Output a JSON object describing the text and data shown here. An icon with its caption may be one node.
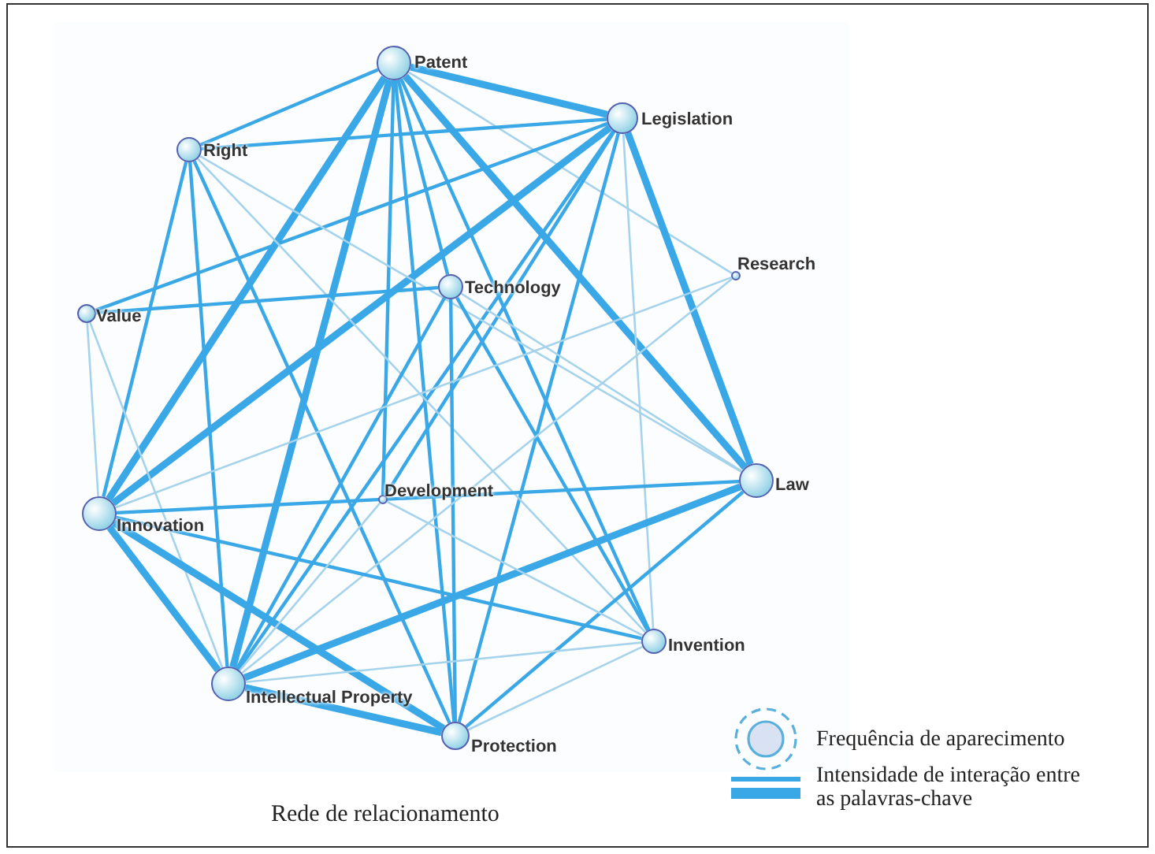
{
  "diagram": {
    "nodes": [
      {
        "text": [
          "Patent"
        ]
      },
      {
        "text": [
          "Legislation"
        ]
      },
      {
        "text": [
          "Right"
        ]
      },
      {
        "text": [
          "Research"
        ]
      },
      {
        "text": [
          "Technology"
        ]
      },
      {
        "text": [
          "Value"
        ]
      },
      {
        "text": [
          "Law"
        ]
      },
      {
        "text": [
          "Development"
        ]
      },
      {
        "text": [
          "Innovation"
        ]
      },
      {
        "text": [
          "Invention"
        ]
      },
      {
        "text": [
          "Intellectual Property"
        ]
      },
      {
        "text": [
          "Protection"
        ]
      }
    ],
    "edges": [
      {
        "from": 0,
        "to": 1,
        "arrow": "none",
        "style": "thick"
      },
      {
        "from": 0,
        "to": 2,
        "arrow": "none"
      },
      {
        "from": 0,
        "to": 8,
        "arrow": "none",
        "style": "thick"
      },
      {
        "from": 0,
        "to": 10,
        "arrow": "none",
        "style": "thick"
      },
      {
        "from": 0,
        "to": 11,
        "arrow": "none"
      },
      {
        "from": 0,
        "to": 6,
        "arrow": "none",
        "style": "thick"
      },
      {
        "from": 0,
        "to": 9,
        "arrow": "none"
      },
      {
        "from": 0,
        "to": 7,
        "arrow": "none"
      },
      {
        "from": 0,
        "to": 4,
        "arrow": "none"
      },
      {
        "from": 0,
        "to": 3,
        "arrow": "none",
        "color": "#a6d3ec"
      },
      {
        "from": 1,
        "to": 2,
        "arrow": "none"
      },
      {
        "from": 1,
        "to": 6,
        "arrow": "none",
        "style": "thick"
      },
      {
        "from": 1,
        "to": 8,
        "arrow": "none",
        "style": "thick"
      },
      {
        "from": 1,
        "to": 10,
        "arrow": "none"
      },
      {
        "from": 1,
        "to": 11,
        "arrow": "none"
      },
      {
        "from": 1,
        "to": 5,
        "arrow": "none"
      },
      {
        "from": 1,
        "to": 9,
        "arrow": "none",
        "color": "#a6d3ec"
      },
      {
        "from": 1,
        "to": 7,
        "arrow": "none"
      },
      {
        "from": 2,
        "to": 8,
        "arrow": "none"
      },
      {
        "from": 2,
        "to": 10,
        "arrow": "none"
      },
      {
        "from": 2,
        "to": 11,
        "arrow": "none"
      },
      {
        "from": 2,
        "to": 6,
        "arrow": "none",
        "color": "#a6d3ec"
      },
      {
        "from": 2,
        "to": 9,
        "arrow": "none",
        "color": "#a6d3ec"
      },
      {
        "from": 5,
        "to": 4,
        "arrow": "none"
      },
      {
        "from": 5,
        "to": 8,
        "arrow": "none",
        "color": "#a6d3ec"
      },
      {
        "from": 5,
        "to": 10,
        "arrow": "none",
        "color": "#a6d3ec"
      },
      {
        "from": 4,
        "to": 10,
        "arrow": "none"
      },
      {
        "from": 4,
        "to": 11,
        "arrow": "none"
      },
      {
        "from": 4,
        "to": 9,
        "arrow": "none"
      },
      {
        "from": 4,
        "to": 6,
        "arrow": "none",
        "color": "#a6d3ec"
      },
      {
        "from": 3,
        "to": 8,
        "arrow": "none",
        "color": "#a6d3ec"
      },
      {
        "from": 3,
        "to": 10,
        "arrow": "none",
        "color": "#a6d3ec"
      },
      {
        "from": 6,
        "to": 8,
        "arrow": "none"
      },
      {
        "from": 6,
        "to": 10,
        "arrow": "none",
        "style": "thick"
      },
      {
        "from": 6,
        "to": 11,
        "arrow": "none"
      },
      {
        "from": 8,
        "to": 10,
        "arrow": "none",
        "style": "thick"
      },
      {
        "from": 8,
        "to": 11,
        "arrow": "none",
        "style": "thick"
      },
      {
        "from": 8,
        "to": 9,
        "arrow": "none"
      },
      {
        "from": 10,
        "to": 11,
        "arrow": "none",
        "style": "thick"
      },
      {
        "from": 10,
        "to": 9,
        "arrow": "none",
        "color": "#a6d3ec"
      },
      {
        "from": 11,
        "to": 9,
        "arrow": "none",
        "color": "#a6d3ec"
      },
      {
        "from": 7,
        "to": 10,
        "arrow": "none",
        "color": "#a6d3ec"
      },
      {
        "from": 7,
        "to": 9,
        "arrow": "none",
        "color": "#a6d3ec"
      }
    ],
    "labels": [
      "Rede de relacionamento"
    ],
    "legend": [
      {
        "text": "Frequência de aparecimento"
      },
      {
        "text": "Intensidade de interação entre as palavras-chave"
      }
    ]
  }
}
